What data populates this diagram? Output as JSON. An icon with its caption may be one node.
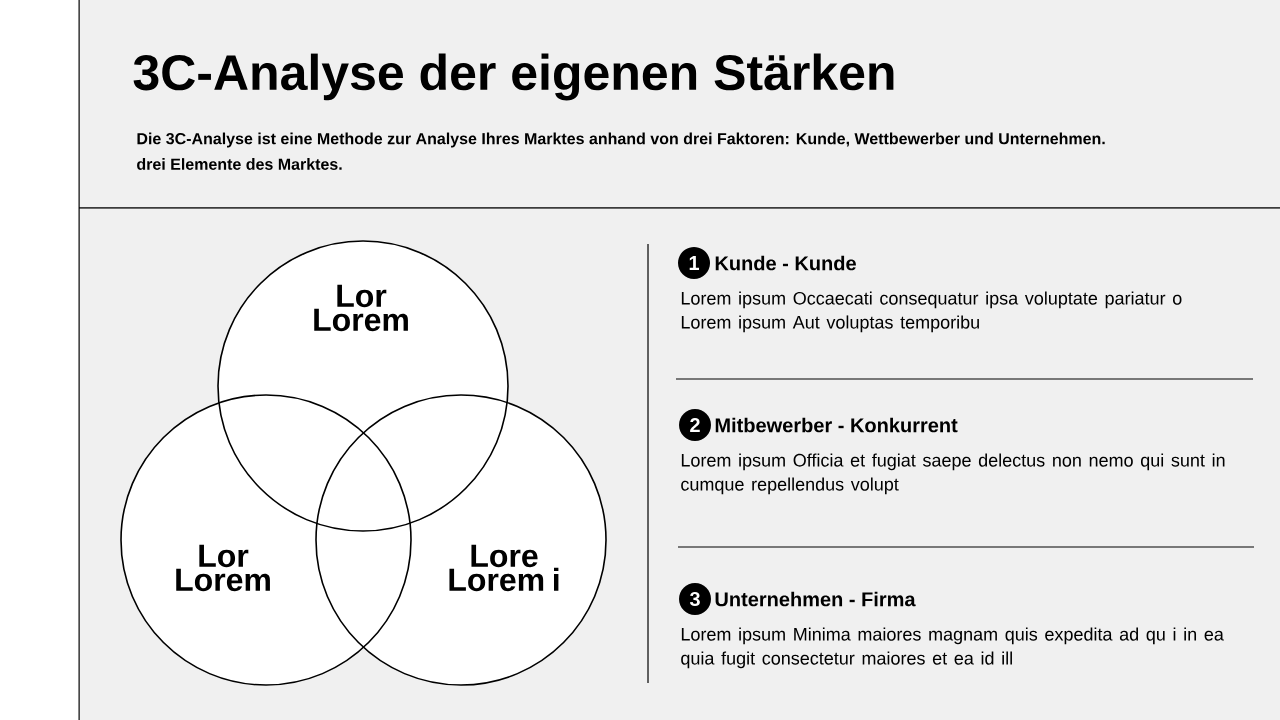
{
  "diagram": {
    "title": "3C-Analyse der eigenen Stärken",
    "nodes": [
      {
        "text": [
          "Lor Lorem"
        ]
      },
      {
        "text": [
          "Lor Lorem"
        ]
      },
      {
        "text": [
          "Lore Lorem i"
        ]
      },
      {
        "text": [
          "1"
        ],
        "beside": [
          "Kunde - Kunde"
        ]
      },
      {
        "text": [
          "2"
        ],
        "beside": [
          "Mitbewerber - Konkurrent"
        ]
      },
      {
        "text": [
          "3"
        ],
        "beside": [
          "Unternehmen - Firma"
        ]
      }
    ],
    "labels": [
      "Die 3C-Analyse ist eine Methode zur Analyse Ihres Marktes anhand von drei Faktoren: Kunde, Wettbewerber und Unternehmen.",
      "drei Elemente des Marktes.",
      "Lorem ipsum Occaecati consequatur ipsa voluptate pariatur o Lorem ipsum Aut voluptas temporibu",
      "Lorem ipsum Officia et fugiat saepe delectus non nemo qui sunt in cumque repellendus volupt",
      "Lorem ipsum Minima maiores magnam quis expedita ad qu i in ea quia fugit consectetur maiores et ea id ill"
    ]
  }
}
